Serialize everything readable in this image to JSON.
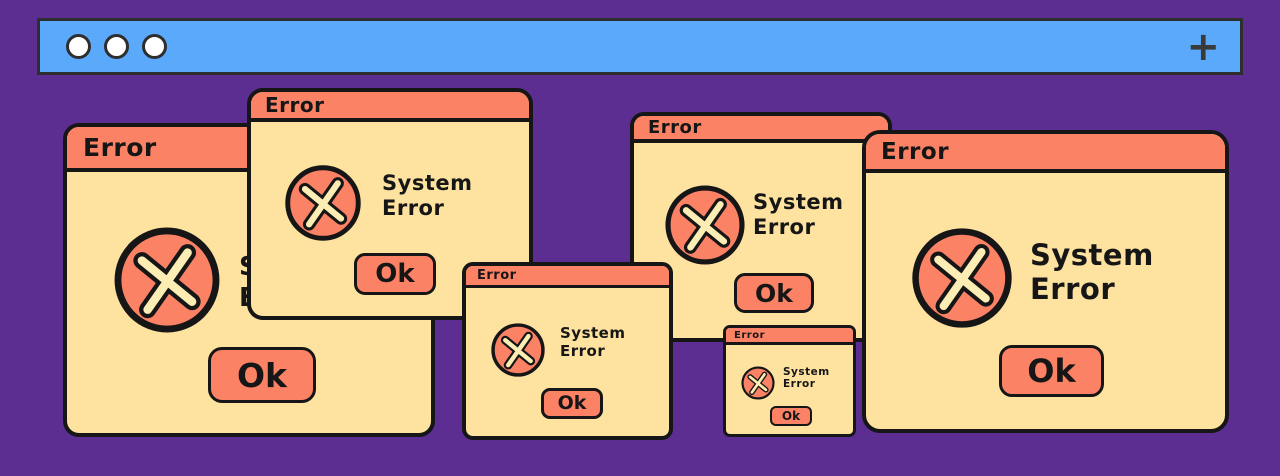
{
  "colors": {
    "bg-purple": "#5c2e92",
    "bar-blue": "#5aa9fb",
    "bar-outline": "#2e2e2e",
    "light-white": "#ffffff",
    "plus-gray": "#3a3a3a",
    "salmon": "#fc8266",
    "cream": "#fde2a0",
    "cream-light": "#fcedb4",
    "outline": "#161616"
  },
  "browser_bar": {
    "plus_glyph": "+"
  },
  "windows": [
    {
      "title": "Error",
      "message": "System\nError",
      "ok_label": "Ok"
    },
    {
      "title": "Error",
      "message": "System\nError",
      "ok_label": "Ok"
    },
    {
      "title": "Error",
      "message": "System\nError",
      "ok_label": "Ok"
    },
    {
      "title": "Error",
      "message": "System\nError",
      "ok_label": "Ok"
    },
    {
      "title": "Error",
      "message": "System\nError",
      "ok_label": "Ok"
    },
    {
      "title": "Error",
      "message": "System\nError",
      "ok_label": "Ok"
    }
  ]
}
